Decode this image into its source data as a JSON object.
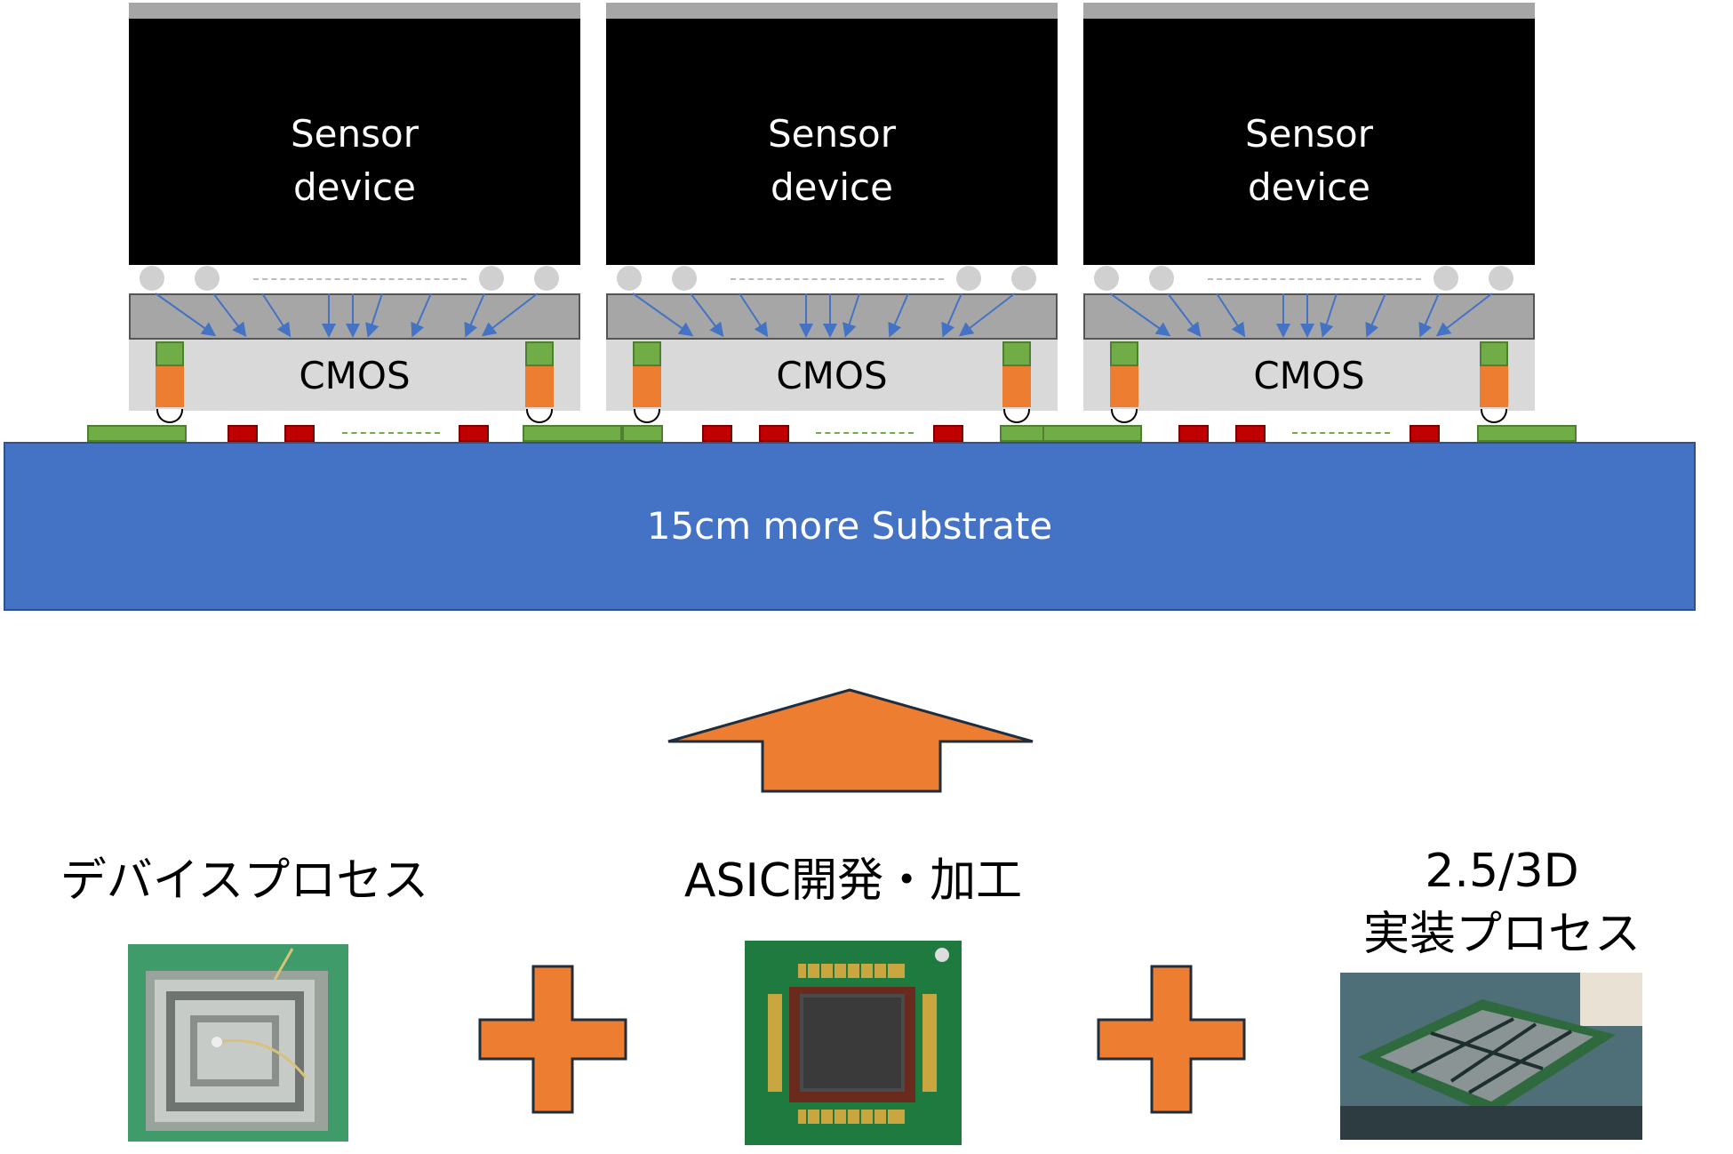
{
  "diagram": {
    "sensor_label_line1": "Sensor",
    "sensor_label_line2": "device",
    "cmos_label": "CMOS",
    "substrate_label": "15cm more Substrate",
    "colors": {
      "sensor": "#000000",
      "redistribution": "#a6a6a6",
      "cmos": "#d9d9d9",
      "via_top": "#70ad47",
      "via_bottom": "#ed7d31",
      "chip_pad": "#c00000",
      "substrate": "#4472c4",
      "arrow": "#ed7d31",
      "signal_arrow": "#4472c4"
    }
  },
  "processes": {
    "device_process": "デバイスプロセス",
    "asic": "ASIC開発・加工",
    "packaging_line1": "2.5/3D",
    "packaging_line2": "実装プロセス"
  }
}
